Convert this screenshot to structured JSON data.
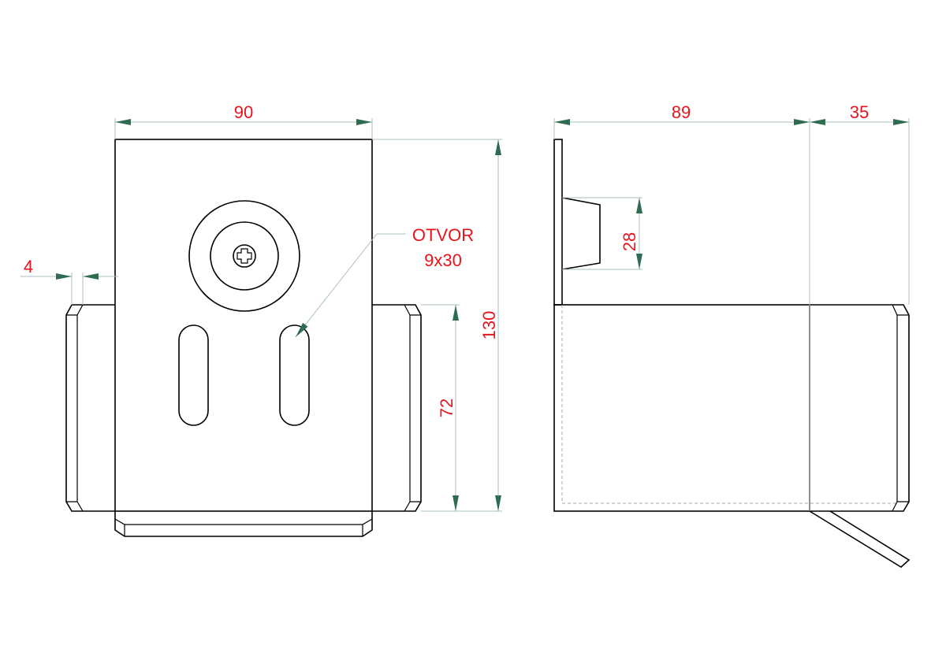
{
  "colors": {
    "dimension_text": "#e8141c",
    "arrow": "#2e6b50",
    "dimension_line": "#a9c2bb",
    "outline": "#000000"
  },
  "front_view": {
    "dim_width": "90",
    "dim_height": "130",
    "dim_wing_height": "72",
    "dim_thickness": "4",
    "hole_note_line1": "OTVOR",
    "hole_note_line2": "9x30"
  },
  "side_view": {
    "dim_depth": "89",
    "dim_wing_depth": "35",
    "dim_block_height": "28"
  }
}
